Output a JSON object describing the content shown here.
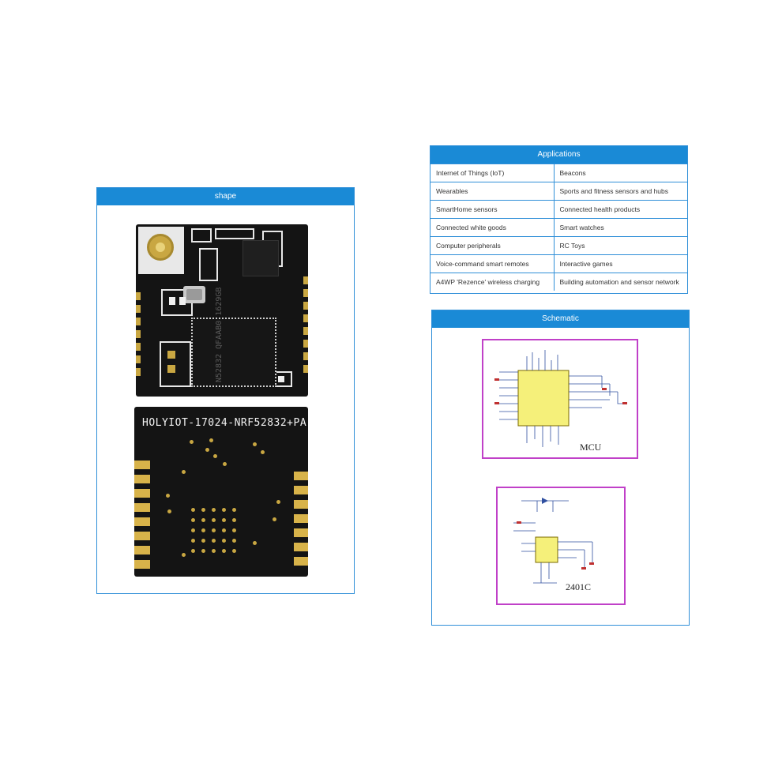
{
  "shape": {
    "title": "shape",
    "board_label": "HOLYIOT-17024-NRF52832+PA",
    "chip_marking": "N52832 QFAAB0 1629GB"
  },
  "applications": {
    "title": "Applications",
    "rows": [
      [
        "Internet of Things (IoT)",
        "Beacons"
      ],
      [
        "Wearables",
        "Sports and fitness sensors and hubs"
      ],
      [
        "SmartHome sensors",
        "Connected health products"
      ],
      [
        "Connected white goods",
        "Smart watches"
      ],
      [
        "Computer peripherals",
        "RC Toys"
      ],
      [
        "Voice-command smart remotes",
        "Interactive games"
      ],
      [
        "A4WP 'Rezence' wireless charging",
        "Building automation and sensor network"
      ]
    ]
  },
  "schematic": {
    "title": "Schematic",
    "mcu_label": "MCU",
    "pa_label": "2401C"
  },
  "colors": {
    "header_blue": "#1a8ad6",
    "border_blue": "#2f8fd8",
    "schematic_frame": "#c040c8",
    "gold_pad": "#d8b34a"
  }
}
